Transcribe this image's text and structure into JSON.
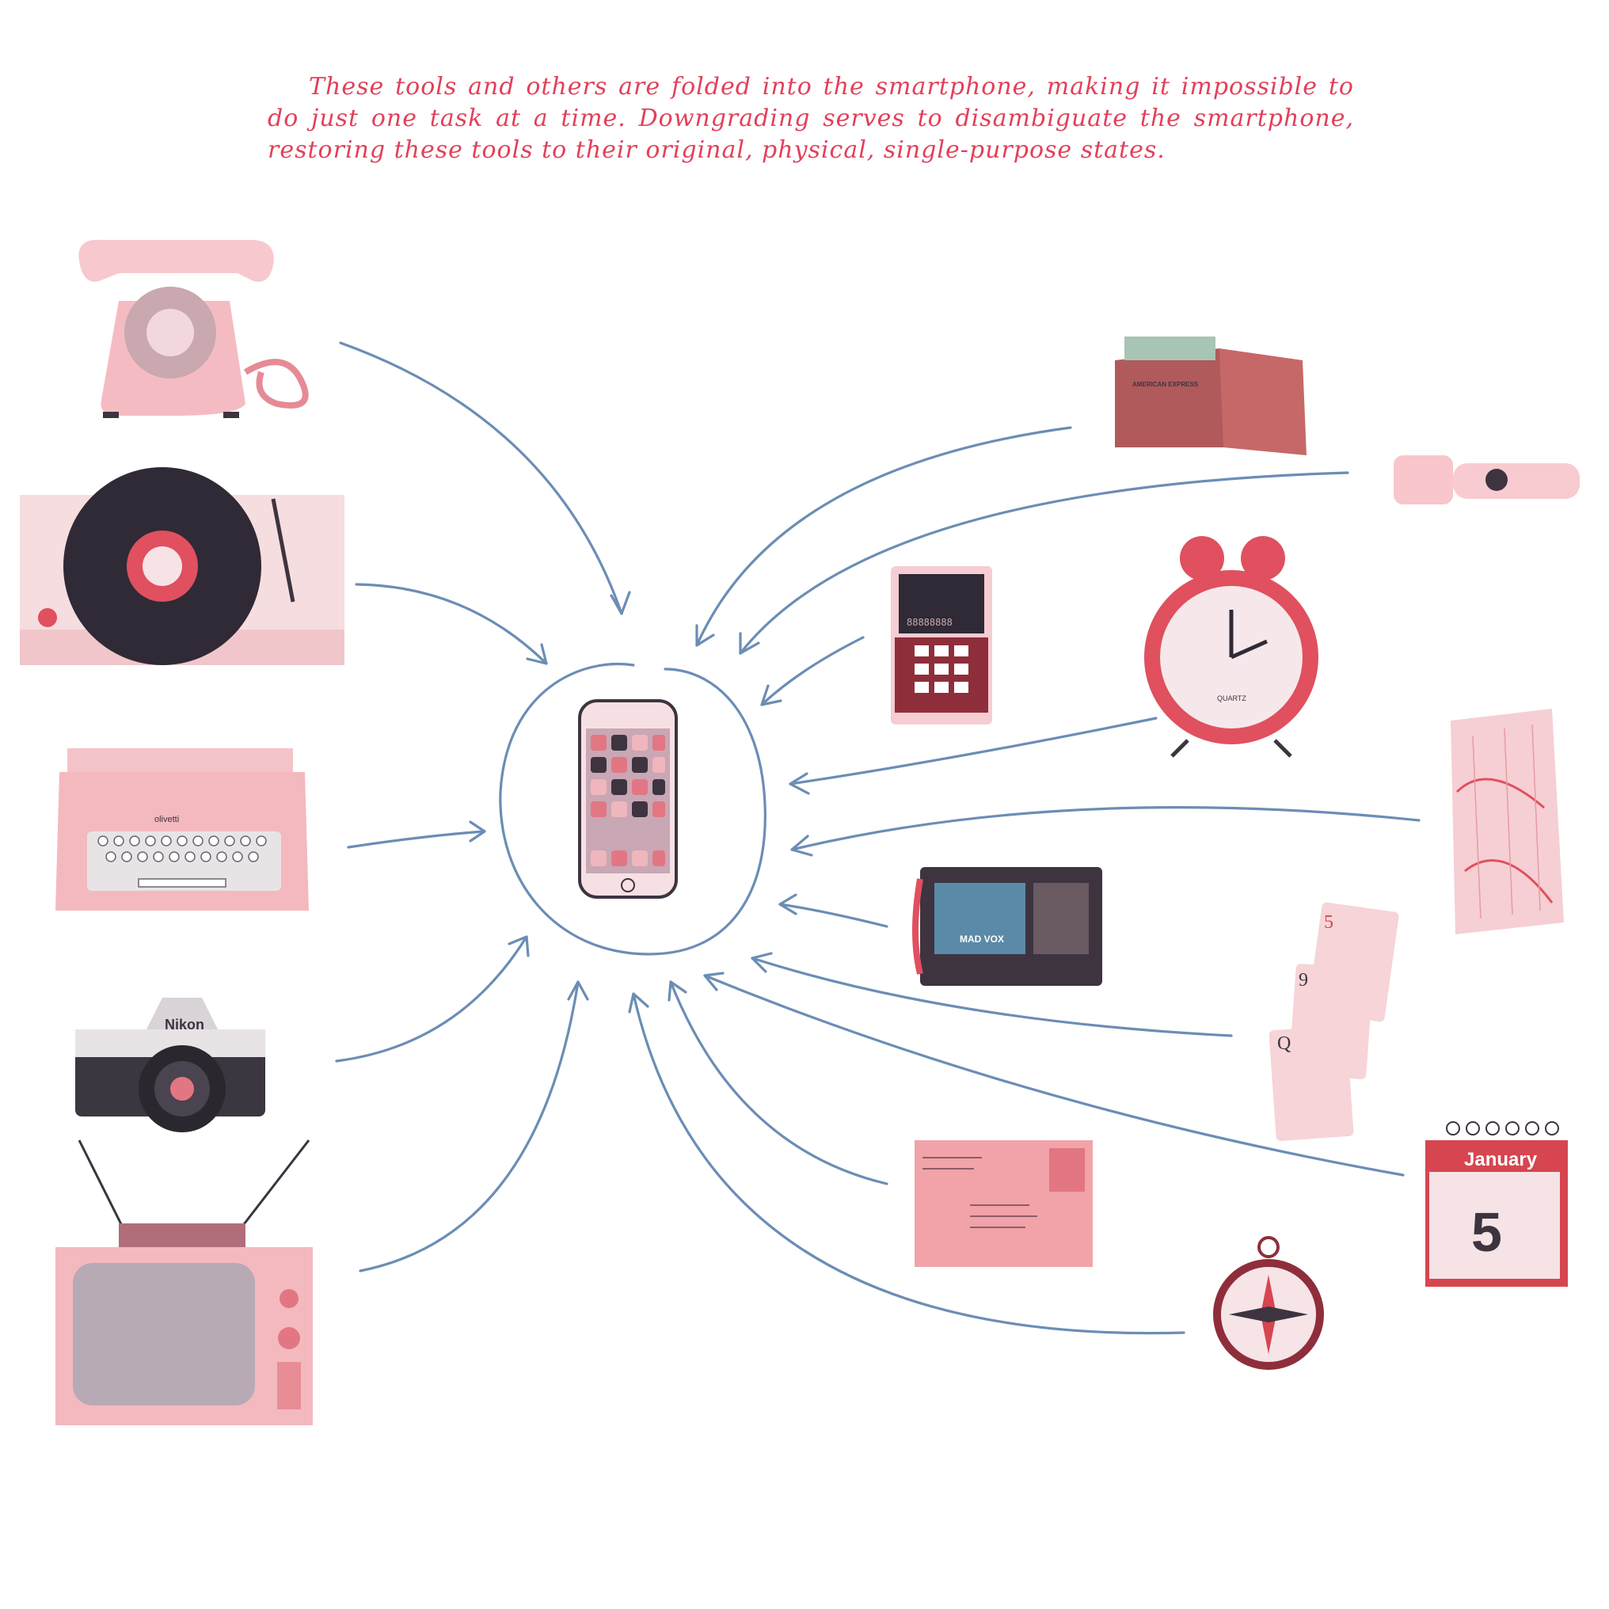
{
  "caption": "These tools and others are folded into the smartphone, making it impossible to do just one task at a time. Downgrading serves to disambiguate the smartphone, restoring these tools to their original, physical, single-purpose states.",
  "colors": {
    "caption": "#e2405a",
    "arrows": "#6b8db5",
    "pink": "#f2b8bd",
    "red": "#d64550",
    "dark": "#3d3440"
  },
  "center": {
    "icon": "smartphone-icon"
  },
  "tools": [
    {
      "icon": "rotary-telephone-icon"
    },
    {
      "icon": "record-player-icon"
    },
    {
      "icon": "typewriter-icon",
      "label": "olivetti"
    },
    {
      "icon": "camera-icon",
      "label": "Nikon"
    },
    {
      "icon": "television-icon"
    },
    {
      "icon": "wallet-icon",
      "label": "AMERICAN EXPRESS"
    },
    {
      "icon": "flashlight-icon"
    },
    {
      "icon": "calculator-icon",
      "display": "88888888"
    },
    {
      "icon": "alarm-clock-icon",
      "label": "QUARTZ"
    },
    {
      "icon": "map-icon"
    },
    {
      "icon": "cassette-radio-icon",
      "label": "MAD VOX"
    },
    {
      "icon": "playing-cards-icon",
      "cards": [
        "5",
        "9",
        "Q"
      ]
    },
    {
      "icon": "envelope-icon"
    },
    {
      "icon": "calendar-icon",
      "month": "January",
      "day": "5"
    },
    {
      "icon": "compass-icon"
    }
  ]
}
